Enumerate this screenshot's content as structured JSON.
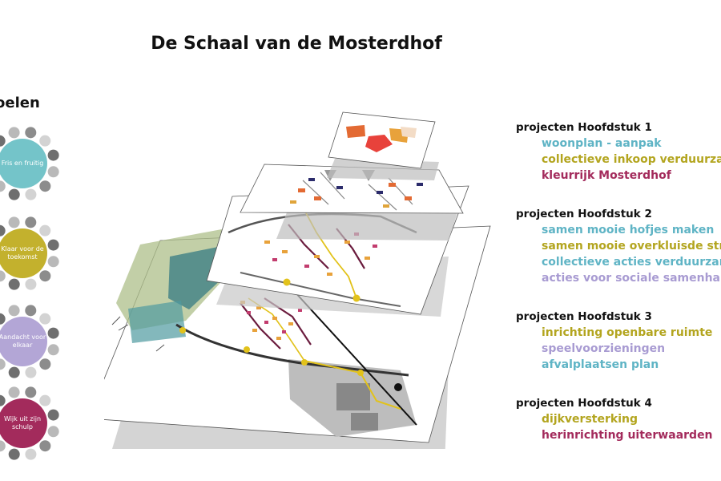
{
  "title": "De Schaal van de Mosterdhof",
  "goals": {
    "heading": "oelen",
    "items": [
      {
        "label": "Fris en fruitig",
        "color": "#74c4c9"
      },
      {
        "label": "Klaar voor de toekomst",
        "color": "#c3b12d"
      },
      {
        "label": "Aandacht voor elkaar",
        "color": "#b3a6d6"
      },
      {
        "label": "Wijk uit zijn schulp",
        "color": "#a32b5c"
      }
    ]
  },
  "projects": [
    {
      "title": "projecten Hoofdstuk 1",
      "items": [
        {
          "text": "woonplan - aanpak",
          "color": "#5fb4c5"
        },
        {
          "text": "collectieve inkoop verduurzaming",
          "color": "#b3a51f"
        },
        {
          "text": "kleurrijk Mosterdhof",
          "color": "#a32b5c"
        }
      ]
    },
    {
      "title": "projecten Hoofdstuk 2",
      "items": [
        {
          "text": "samen mooie hofjes maken",
          "color": "#5fb4c5"
        },
        {
          "text": "samen mooie overkluisde straat",
          "color": "#b3a51f"
        },
        {
          "text": "collectieve acties verduurzaming",
          "color": "#5fb4c5"
        },
        {
          "text": "acties voor sociale samenhang",
          "color": "#a89bd2"
        }
      ]
    },
    {
      "title": "projecten Hoofdstuk 3",
      "items": [
        {
          "text": "inrichting openbare ruimte",
          "color": "#b3a51f"
        },
        {
          "text": "speelvoorzieningen",
          "color": "#a89bd2"
        },
        {
          "text": "afvalplaatsen plan",
          "color": "#5fb4c5"
        }
      ]
    },
    {
      "title": "projecten Hoofdstuk 4",
      "items": [
        {
          "text": "dijkversterking",
          "color": "#b3a51f"
        },
        {
          "text": "herinrichting uiterwaarden",
          "color": "#a32b5c"
        }
      ]
    }
  ]
}
